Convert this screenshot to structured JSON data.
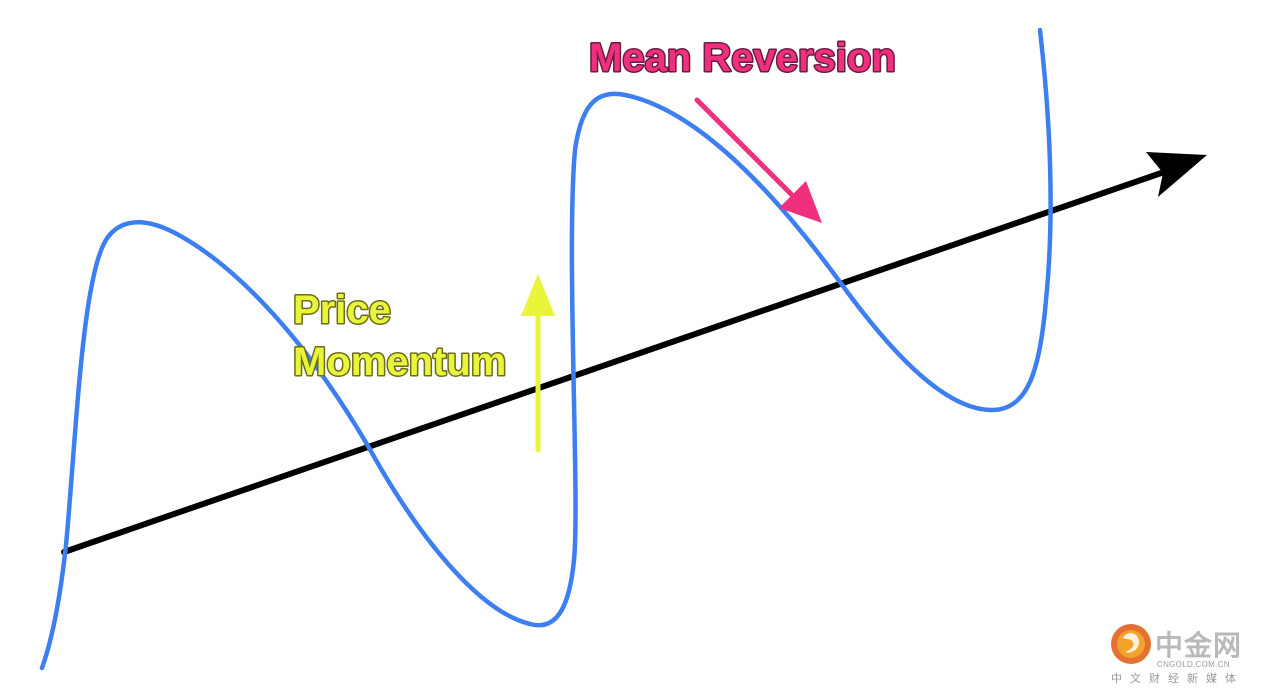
{
  "diagram": {
    "labels": {
      "momentum_line1": "Price",
      "momentum_line2": "Momentum",
      "reversion": "Mean Reversion"
    },
    "colors": {
      "wave": "#3d7ff0",
      "trend": "#000000",
      "momentum": "#e8f53a",
      "reversion": "#f0307e"
    }
  },
  "watermark": {
    "title": "中金网",
    "domain": "CNGOLD.COM.CN",
    "tagline": "中文财经新媒体",
    "logo_icon": "cngold-logo-icon"
  }
}
